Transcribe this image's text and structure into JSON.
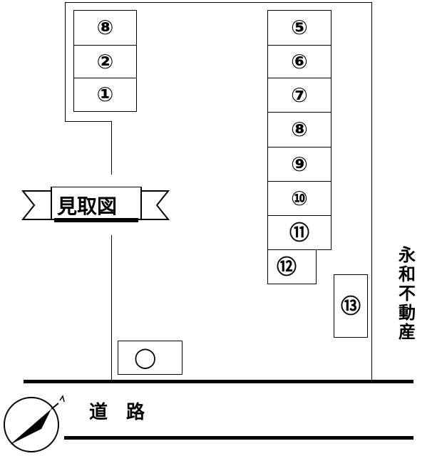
{
  "map_label": "見取図",
  "road_label": "道　路",
  "neighbor_label": [
    "永",
    "和",
    "不",
    "動",
    "産"
  ],
  "spaces_left": [
    "⑧",
    "②",
    "①"
  ],
  "spaces_right": [
    "⑤",
    "⑥",
    "⑦",
    "⑧",
    "⑨",
    "⑩",
    "⑪"
  ],
  "space_12": "⑫",
  "space_13": "⑬",
  "space_bottom": "◯"
}
